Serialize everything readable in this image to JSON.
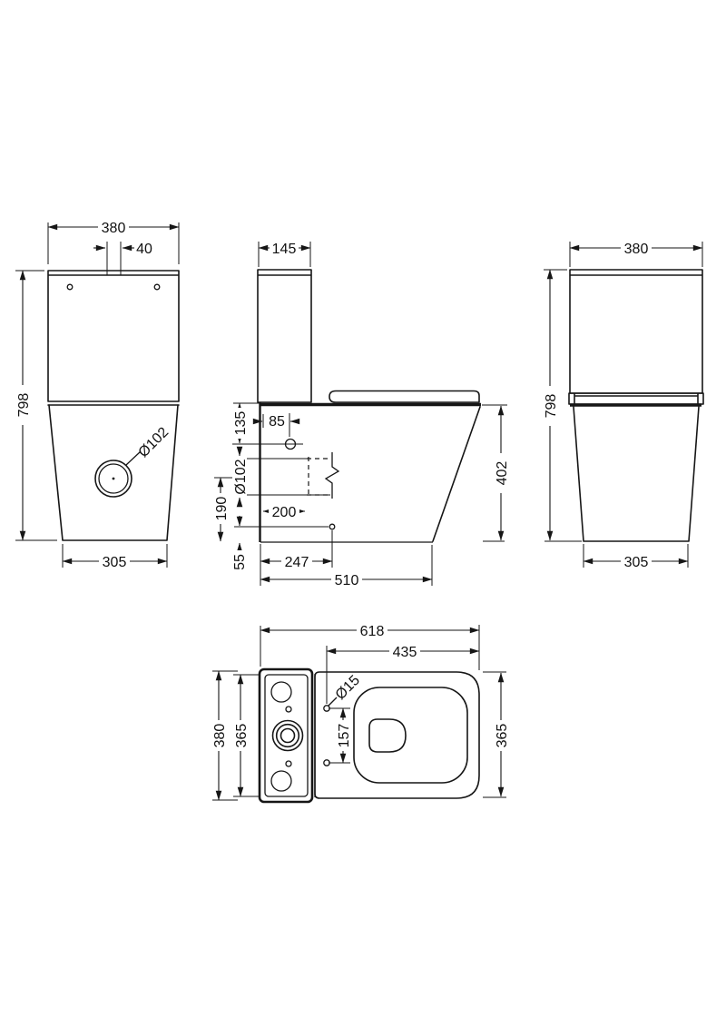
{
  "front": {
    "cistern_width": "380",
    "flush_button_offset": "40",
    "overall_height": "798",
    "outlet_diameter": "Ø102",
    "base_width": "305"
  },
  "side": {
    "cistern_depth": "145",
    "top_to_inlet": "135",
    "inlet_offset": "85",
    "outlet_diameter": "Ø102",
    "outlet_height": "190",
    "outlet_offset": "200",
    "fixing_height": "55",
    "fixing_offset": "247",
    "base_depth": "510",
    "rim_height": "402"
  },
  "back": {
    "cistern_width": "380",
    "overall_height": "798",
    "base_width": "305"
  },
  "plan": {
    "overall_depth": "618",
    "bowl_depth": "435",
    "fixing_hole_diameter": "Ø15",
    "fixing_hole_spacing": "157",
    "cistern_width": "380",
    "bowl_width_left": "365",
    "bowl_width_right": "365"
  }
}
